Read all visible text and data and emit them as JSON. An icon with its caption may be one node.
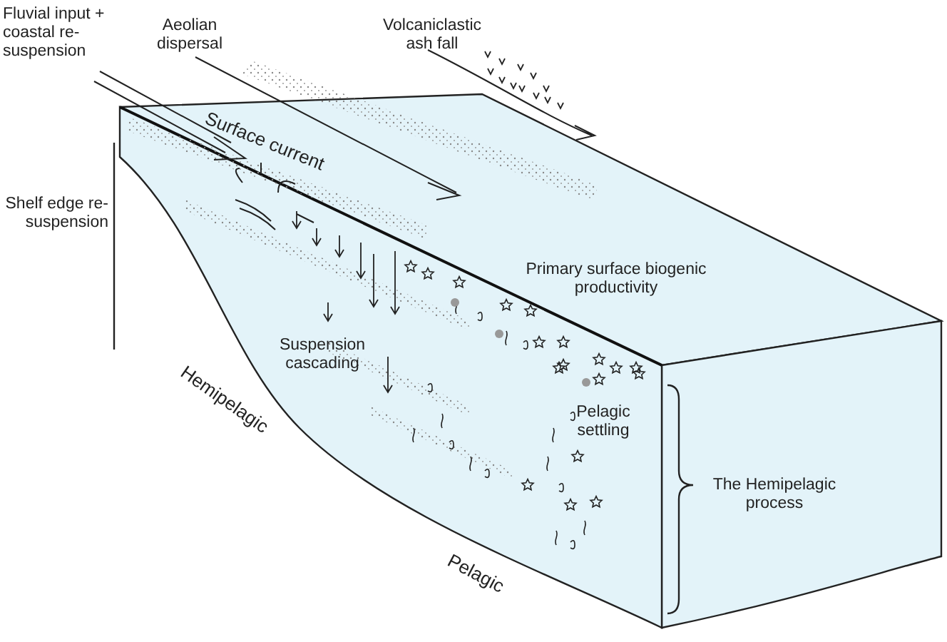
{
  "diagram": {
    "labels": [
      "Fluvial input + coastal re-suspension",
      "Aeolian dispersal",
      "Volcaniclastic ash fall",
      "Surface current",
      "Shelf edge re-suspension",
      "Primary surface biogenic productivity",
      "Suspension cascading",
      "Hemipelagic",
      "Pelagic settling",
      "The Hemipelagic process",
      "Pelagic"
    ]
  }
}
